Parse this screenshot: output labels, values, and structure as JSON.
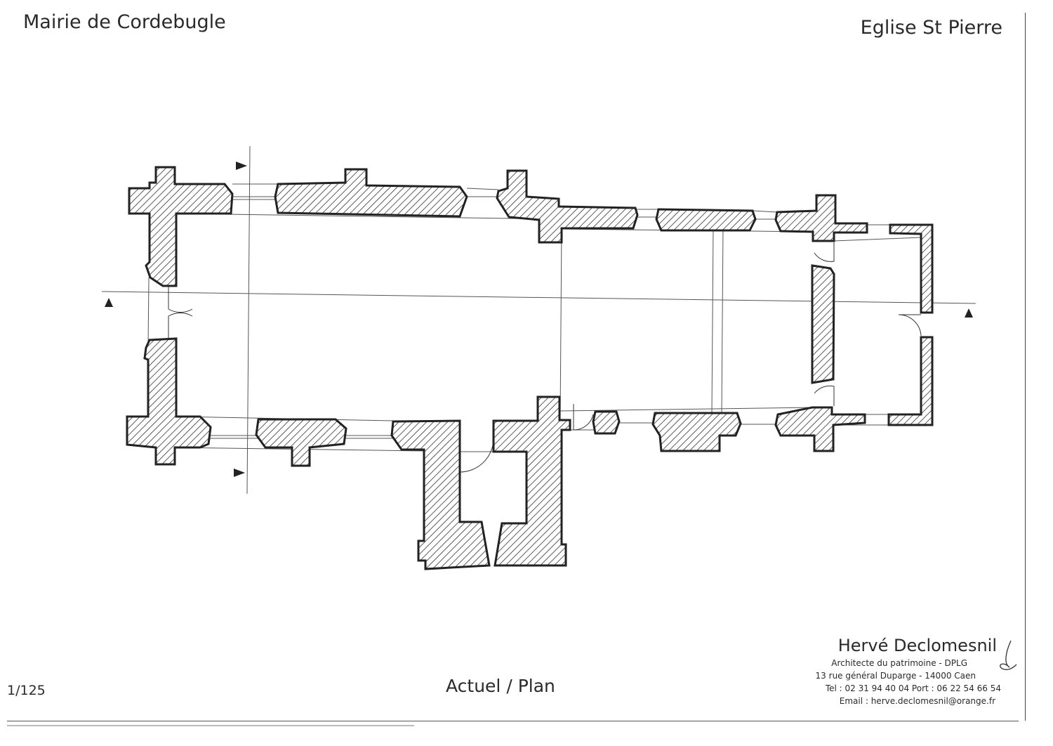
{
  "header": {
    "municipality": "Mairie de Cordebugle",
    "building": "Eglise St Pierre"
  },
  "footer": {
    "scale": "1/125",
    "plan_label": "Actuel / Plan",
    "architect": {
      "name": "Hervé Declomesnil",
      "title": "Architecte du patrimoine - DPLG",
      "address": "13 rue général Duparge - 14000 Caen",
      "phones": "Tel : 02 31 94 40 04 Port : 06 22 54 66 54",
      "email": "Email : herve.declomesnil@orange.fr"
    }
  }
}
